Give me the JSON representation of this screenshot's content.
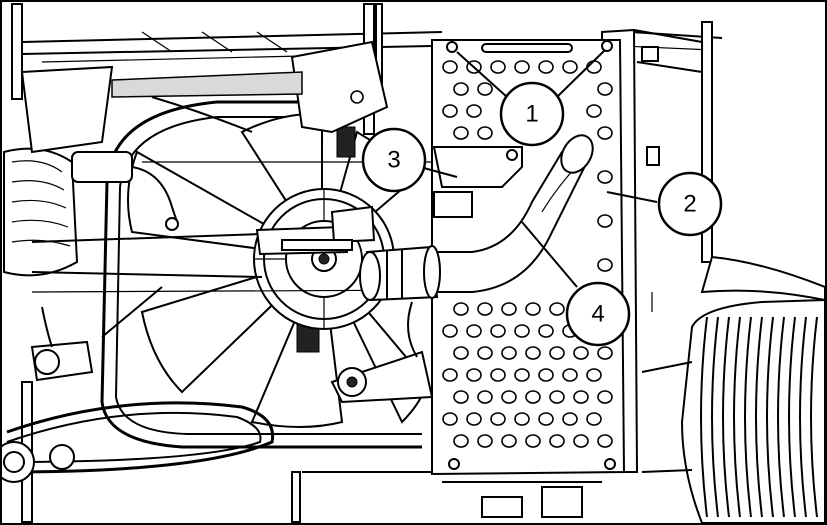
{
  "callouts": [
    {
      "id": "1",
      "label": "1"
    },
    {
      "id": "2",
      "label": "2"
    },
    {
      "id": "3",
      "label": "3"
    },
    {
      "id": "4",
      "label": "4"
    }
  ],
  "colors": {
    "line": "#000000",
    "background": "#ffffff",
    "shade": "#d9d9d9"
  }
}
